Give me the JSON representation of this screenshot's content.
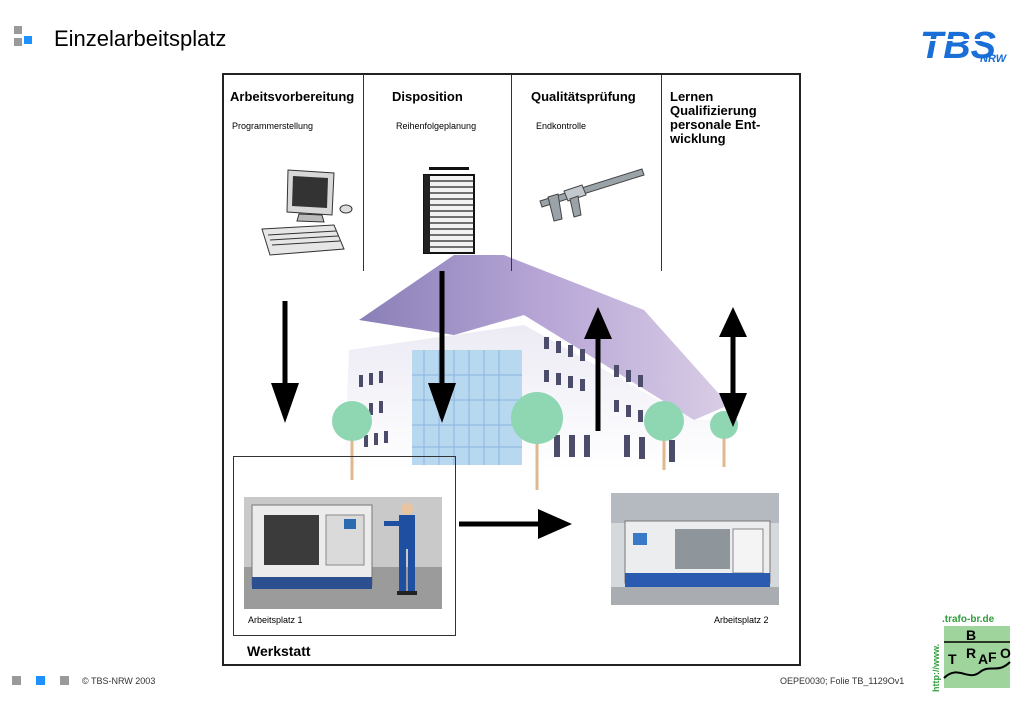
{
  "header": {
    "title": "Einzelarbeitsplatz"
  },
  "columns": [
    {
      "title": "Arbeitsvorbereitung",
      "subtitle": "Programmerstellung"
    },
    {
      "title": "Disposition",
      "subtitle": "Reihenfolgeplanung"
    },
    {
      "title": "Qualitätsprüfung",
      "subtitle": "Endkontrolle"
    },
    {
      "title_lines": [
        "Lernen",
        "Qualifizierung",
        "personale Ent-",
        "wicklung"
      ]
    }
  ],
  "workplaces": {
    "one": "Arbeitsplatz 1",
    "two": "Arbeitsplatz 2"
  },
  "workshop_label": "Werkstatt",
  "footer": {
    "copyright": "© TBS-NRW 2003",
    "slide_ref": "OEPE0030; Folie TB_1129Ov1"
  },
  "logos": {
    "tbs": {
      "main": "TBS",
      "sub": "NRW"
    },
    "trafo": {
      "url_prefix": "http://www.",
      "domain": ".trafo-br.de",
      "letters": [
        "B",
        "T",
        "R",
        "A",
        "F",
        "O"
      ]
    }
  },
  "colors": {
    "accent_blue": "#1e90ff",
    "grey": "#9a9a9a",
    "tbs_blue": "#1a6fd6",
    "trafo_green": "#2f9e3a"
  }
}
